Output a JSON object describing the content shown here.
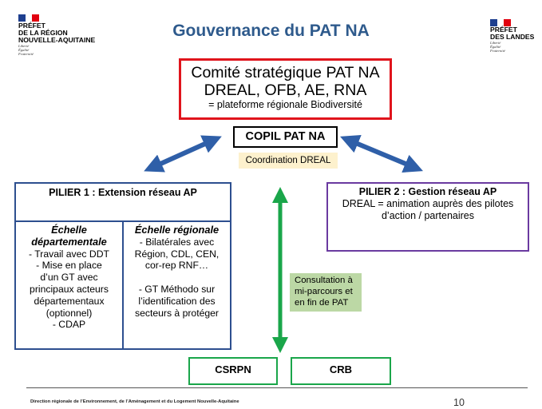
{
  "logo_left": {
    "lines": [
      "PRÉFET",
      "DE LA RÉGION",
      "NOUVELLE-AQUITAINE"
    ],
    "motto": [
      "Liberté",
      "Égalité",
      "Fraternité"
    ]
  },
  "logo_right": {
    "lines": [
      "PRÉFET",
      "DES LANDES"
    ],
    "motto": [
      "Liberté",
      "Égalité",
      "Fraternité"
    ]
  },
  "colors": {
    "flag_blue": "#1e3f8f",
    "flag_red": "#e1000f",
    "title_blue": "#2e5a8c",
    "arrow_blue": "#2f5fa8",
    "arrow_green": "#1aa64a"
  },
  "title": "Gouvernance du PAT NA",
  "comite": {
    "line1": "Comité stratégique PAT NA",
    "line2": "DREAL, OFB, AE, RNA",
    "line3": "= plateforme régionale Biodiversité"
  },
  "copil": {
    "label": "COPIL PAT NA",
    "coordination": "Coordination DREAL"
  },
  "pilier1": {
    "title": "PILIER 1 : Extension réseau AP",
    "left": {
      "heading": [
        "Échelle",
        "départementale"
      ],
      "lines": [
        "- Travail avec DDT",
        "- Mise en place",
        "d’un GT avec",
        "principaux acteurs",
        "départementaux",
        "(optionnel)",
        "- CDAP"
      ]
    },
    "right": {
      "heading": [
        "Échelle régionale"
      ],
      "lines": [
        "- Bilatérales avec",
        "Région, CDL, CEN,",
        "cor-rep RNF…",
        "",
        "- GT Méthodo sur",
        "l’identification des",
        "secteurs à protéger"
      ]
    }
  },
  "pilier2": {
    "title": "PILIER 2 : Gestion réseau AP",
    "lines": [
      "DREAL = animation auprès des pilotes",
      "d’action / partenaires"
    ]
  },
  "consultation": [
    "Consultation à",
    "mi-parcours et",
    "en fin de PAT"
  ],
  "csrpn": "CSRPN",
  "crb": "CRB",
  "footer": "Direction régionale de l’Environnement, de l’Aménagement et du Logement Nouvelle-Aquitaine",
  "page_number": "10"
}
